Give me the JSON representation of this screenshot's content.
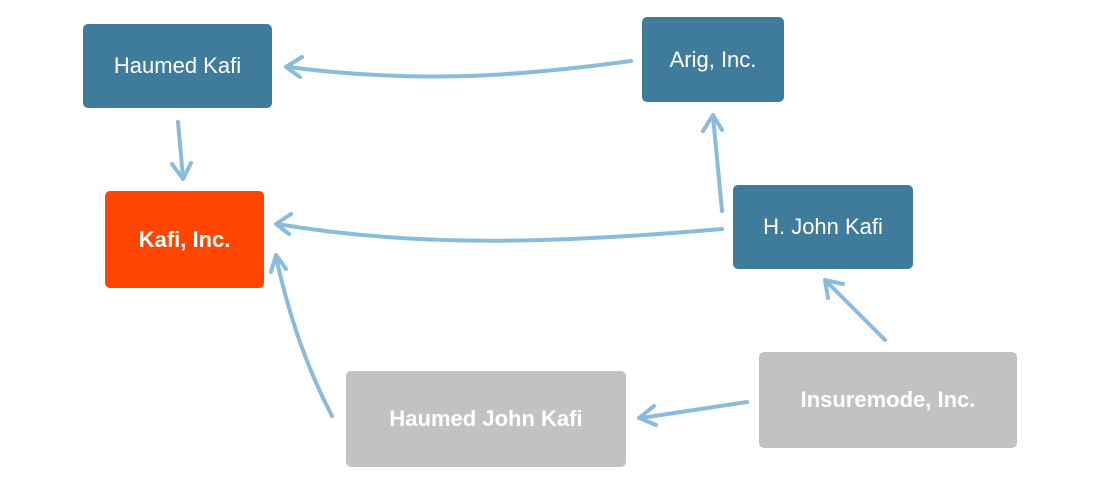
{
  "colors": {
    "primary_node": "#3f7c9c",
    "focus_node": "#ff4500",
    "inactive_node": "#c2c2c2",
    "edge": "#88bbdd"
  },
  "nodes": {
    "haumed_kafi": {
      "label": "Haumed Kafi",
      "status": "primary"
    },
    "arig": {
      "label": "Arig, Inc.",
      "status": "primary"
    },
    "kafi_inc": {
      "label": "Kafi, Inc.",
      "status": "focus"
    },
    "h_john_kafi": {
      "label": "H. John Kafi",
      "status": "primary"
    },
    "haumed_john_kafi": {
      "label": "Haumed John Kafi",
      "status": "inactive"
    },
    "insuremode": {
      "label": "Insuremode, Inc.",
      "status": "inactive"
    }
  },
  "edges": [
    {
      "from": "Arig, Inc.",
      "to": "Haumed Kafi"
    },
    {
      "from": "Haumed Kafi",
      "to": "Kafi, Inc."
    },
    {
      "from": "H. John Kafi",
      "to": "Arig, Inc."
    },
    {
      "from": "H. John Kafi",
      "to": "Kafi, Inc."
    },
    {
      "from": "Insuremode, Inc.",
      "to": "H. John Kafi"
    },
    {
      "from": "Insuremode, Inc.",
      "to": "Haumed John Kafi"
    },
    {
      "from": "Haumed John Kafi",
      "to": "Kafi, Inc."
    }
  ]
}
